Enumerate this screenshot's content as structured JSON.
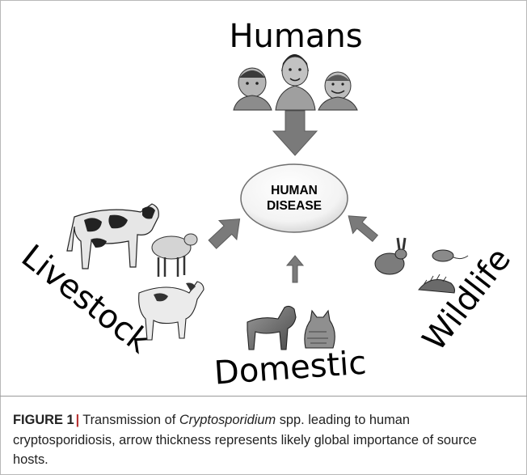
{
  "diagram": {
    "center": {
      "line1": "HUMAN",
      "line2": "DISEASE"
    },
    "sources": {
      "humans": "Humans",
      "livestock": "Livestock",
      "domestic": "Domestic",
      "wildlife": "Wildlife"
    },
    "arrow_importance": {
      "humans": 1.0,
      "livestock": 0.9,
      "domestic": 0.45,
      "wildlife": 0.55
    },
    "colors": {
      "arrow": "#7a7a7a",
      "arrow_edge": "#5c5c5c",
      "text": "#000000",
      "ellipse_edge": "#6e6e6e"
    }
  },
  "caption": {
    "label": "FIGURE 1",
    "separator": "|",
    "text_before": "Transmission of ",
    "italic": "Cryptosporidium",
    "text_after": " spp. leading to human cryptosporidiosis, arrow thickness represents likely global importance of source hosts."
  }
}
